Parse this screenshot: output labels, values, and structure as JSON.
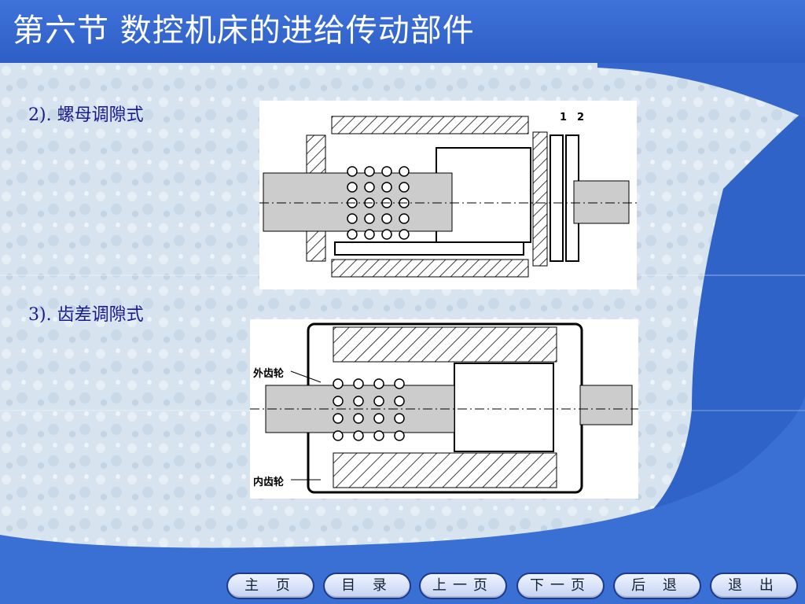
{
  "slide": {
    "title": "第六节 数控机床的进给传动部件",
    "sections": [
      {
        "heading": "2). 螺母调隙式"
      },
      {
        "heading": "3). 齿差调隙式"
      }
    ],
    "figure1": {
      "labels": [
        "1",
        "2"
      ]
    },
    "figure2": {
      "labels": [
        "外齿轮",
        "内齿轮"
      ]
    }
  },
  "nav": {
    "buttons": [
      {
        "label": "主 页"
      },
      {
        "label": "目 录"
      },
      {
        "label": "上一页"
      },
      {
        "label": "下一页"
      },
      {
        "label": "后 退"
      },
      {
        "label": "退 出"
      }
    ]
  }
}
